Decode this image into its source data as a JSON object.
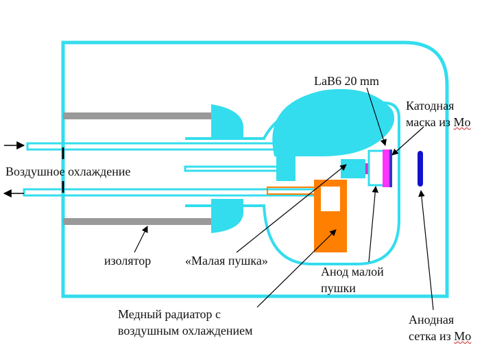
{
  "labels": {
    "lab6": "LaB6 20 mm",
    "cathode_mask_line1": "Катодная",
    "cathode_mask_line2_prefix": "маска из ",
    "cathode_mask_mo": "Mo",
    "air_cooling": "Воздушное охлаждение",
    "insulator": "изолятор",
    "small_gun": "«Малая пушка»",
    "small_gun_anode_line1": "Анод малой",
    "small_gun_anode_line2": "пушки",
    "radiator_line1": "Медный радиатор с",
    "radiator_line2": "воздушным охлаждением",
    "anode_grid_line1": "Анодная",
    "anode_grid_line2_prefix": "сетка из ",
    "anode_grid_mo": "Mo"
  },
  "colors": {
    "outline": "#33ddee",
    "insulator_rod": "#999999",
    "radiator": "#ff7f00",
    "cathode_mask": "#ff33ff",
    "lab6_element": "#3333cc",
    "anode_grid": "#1111cc",
    "arrow": "#000000"
  }
}
